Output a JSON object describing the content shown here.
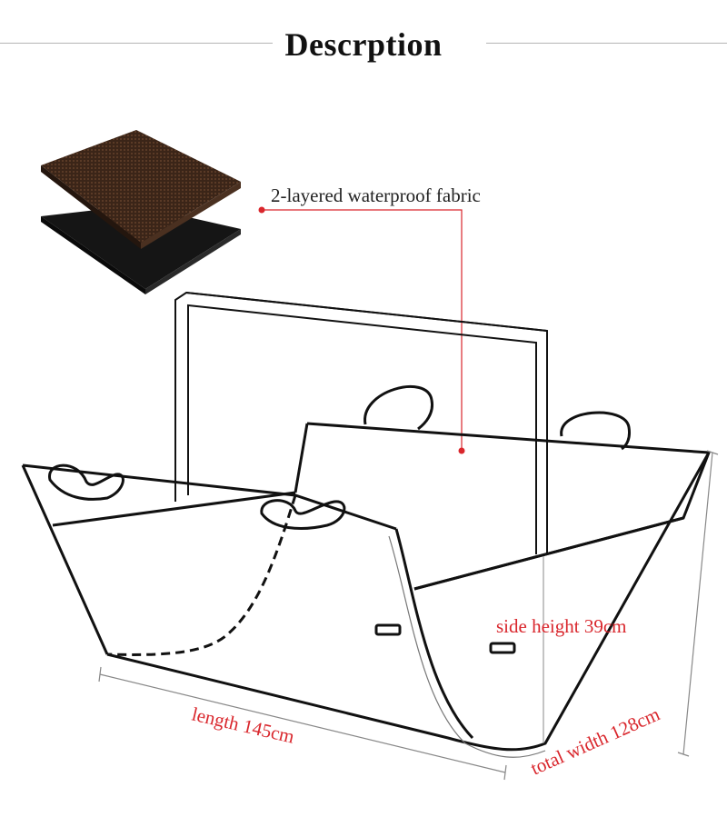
{
  "title": "Descrption",
  "labels": {
    "fabric": "2-layered waterproof fabric",
    "side_height": "side height 39cm",
    "length": "length 145cm",
    "total_width": "total width 128cm"
  },
  "colors": {
    "title_text": "#111111",
    "label_text": "#d9262c",
    "fabric_label_text": "#222222",
    "leader_line": "#d9262c",
    "outline": "#111111",
    "fabric_top": "#3b2518",
    "fabric_bottom": "#151515",
    "dimension_line": "#888888"
  }
}
